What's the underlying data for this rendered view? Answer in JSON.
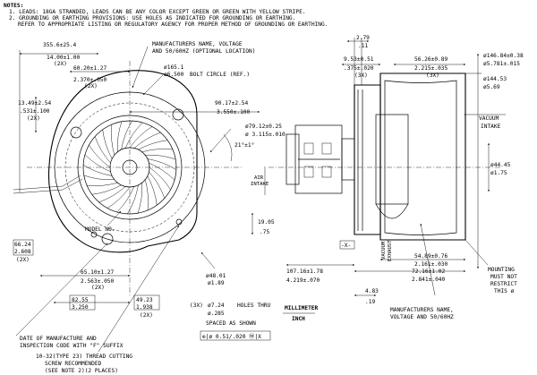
{
  "notes": {
    "heading": "NOTES:",
    "line1": "1. LEADS: 18GA STRANDED, LEADS CAN BE ANY COLOR EXCEPT GREEN OR GREEN WITH YELLOW STRIPE.",
    "line2": "2. GROUNDING OR EARTHING PROVISIONS: USE HOLES AS INDICATED FOR GROUNDING OR EARTHING.",
    "line3": "REFER TO APPROPRIATE LISTING OR REGULATORY AGENCY FOR PROPER METHOD OF GROUNDING OR EARTHING."
  },
  "front_view": {
    "dim_355": "355.6±25.4",
    "dim_14": "14.00±1.00",
    "dim_14_qty": "(2X)",
    "dim_60": "60.20±1.27",
    "dim_2370": "2.370±.050",
    "dim_2370_qty": "(2X)",
    "dim_1349": "13.49±2.54",
    "dim_531": ".531±.100",
    "dim_531_qty": "(2X)",
    "mfr_label_line1": "MANUFACTURERS NAME, VOLTAGE",
    "mfr_label_line2": "AND 50/60HZ (OPTIONAL LOCATION)",
    "bolt_circle_mm": "ø165.1",
    "bolt_circle_in": "ø6.500",
    "bolt_circle_label": "BOLT CIRCLE (REF.)",
    "dim_9017": "90.17±2.54",
    "dim_3550": "3.550±.100",
    "dim_7912": "ø79.12±0.25",
    "dim_3115": "ø 3.115±.010",
    "angle": "21°±1°",
    "air_intake_1": "AIR",
    "air_intake_2": "INTAKE",
    "dim_1905": "19.05",
    "dim_75": ".75",
    "model_no": "MODEL NO.",
    "dim_6624": "66.24",
    "dim_2608": "2.608",
    "dim_2608_qty": "(2X)",
    "dim_6510": "65.10±1.27",
    "dim_2563": "2.563±.050",
    "dim_2563_qty": "(2X)",
    "dim_8255": "82.55",
    "dim_3250": "3.250",
    "dim_4923": "49.23",
    "dim_1938": "1.938",
    "dim_1938_qty": "(2X)",
    "dim_4801": "ø48.01",
    "dim_189": "ø1.89",
    "holes_qty": "(3X)",
    "holes_mm": "ø7.24",
    "holes_thru": "HOLES THRU",
    "holes_in": "ø.285",
    "spaced": "SPACED AS SHOWN",
    "fcf": "⊕|ø 0.51/.020 Ⓜ|X",
    "date_label_1": "DATE OF MANUFACTURE AND",
    "date_label_2": "INSPECTION CODE WITH \"F\" SUFFIX",
    "screw_label_1": "10-32(TYPE 23) THREAD CUTTING",
    "screw_label_2": "SCREW RECOMMENDED",
    "screw_label_3": "(SEE NOTE 2)(2 PLACES)"
  },
  "units": {
    "primary": "MILLIMETER",
    "secondary": "INCH"
  },
  "side_view": {
    "dim_279": "2.79",
    "dim_11": ".11",
    "dim_953": "9.53±0.51",
    "dim_375": ".375±.020",
    "dim_375_qty": "(3X)",
    "dim_5626": "56.26±0.89",
    "dim_2215": "2.215±.035",
    "dim_2215_qty": "(3X)",
    "dim_14684": "ø146.84±0.38",
    "dim_5781": "ø5.781±.015",
    "dim_14453": "ø144.53",
    "dim_569": "ø5.69",
    "vacuum_intake_1": "VACUUM",
    "vacuum_intake_2": "INTAKE",
    "dim_4445": "ø44.45",
    "dim_175": "ø1.75",
    "datum_x": "-X-",
    "vacuum_exhaust_1": "VACUUM",
    "vacuum_exhaust_2": "EXHAUST",
    "dim_5489": "54.89±0.76",
    "dim_2161": "2.161±.030",
    "dim_7216": "72.16±1.02",
    "dim_2841": "2.841±.040",
    "dim_10716": "107.16±1.78",
    "dim_4219": "4.219±.070",
    "dim_483": "4.83",
    "dim_19": ".19",
    "mounting_1": "MOUNTING",
    "mounting_2": "MUST NOT",
    "mounting_3": "RESTRICT",
    "mounting_4": "THIS ø",
    "mfr_label_1": "MANUFACTURERS NAME,",
    "mfr_label_2": "VOLTAGE AND 50/60HZ"
  }
}
